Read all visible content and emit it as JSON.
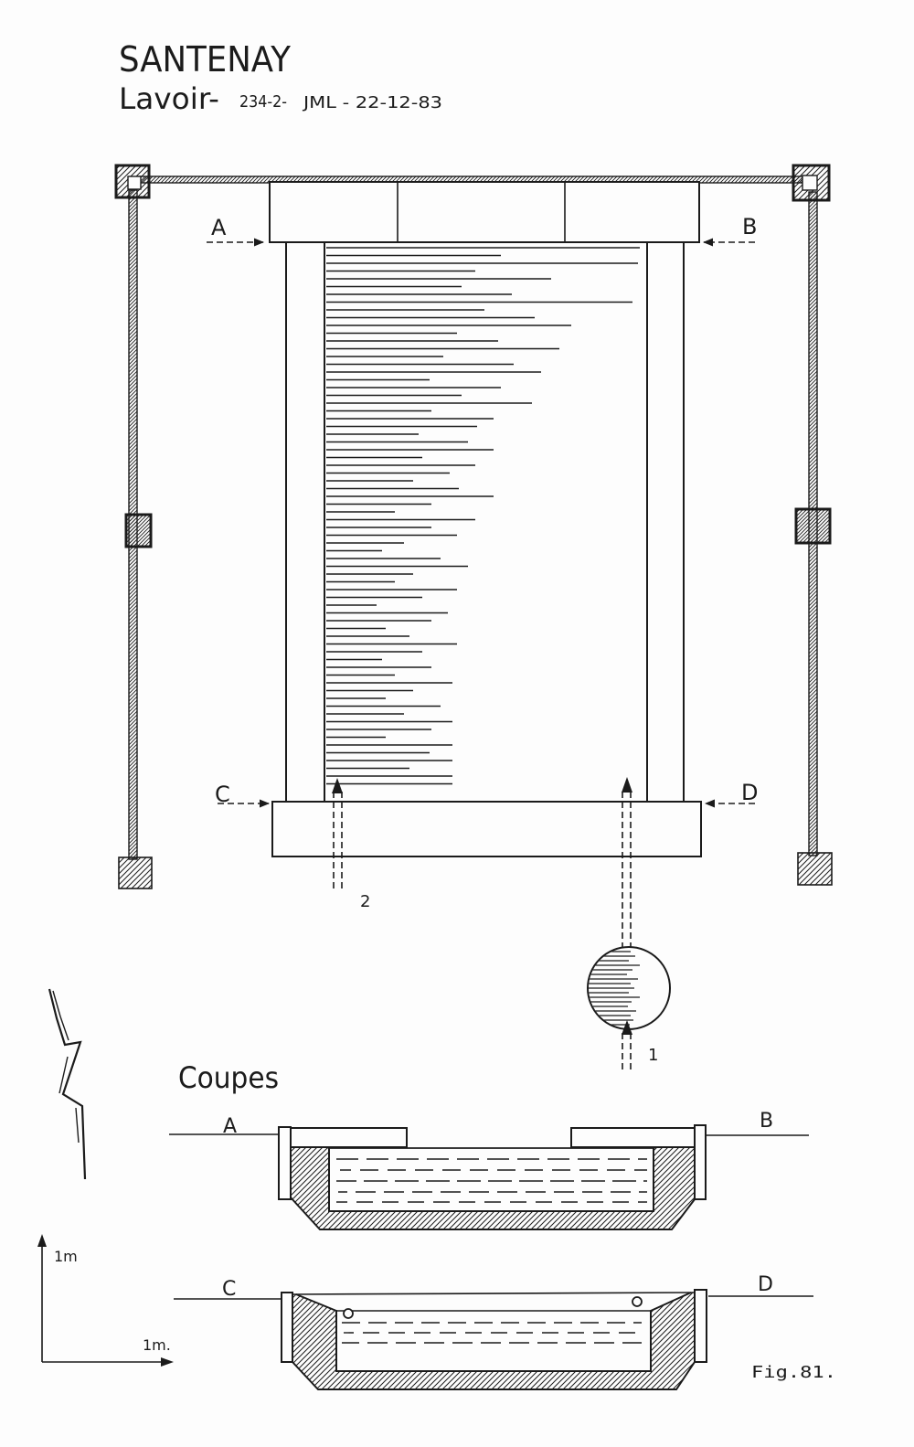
{
  "header": {
    "title": "SANTENAY",
    "subtitle": "Lavoir-",
    "ref": "234-2-",
    "author_date": "JML - 22-12-83"
  },
  "plan": {
    "markers": {
      "a": "A",
      "b": "B",
      "c": "C",
      "d": "D"
    },
    "inlets": {
      "one": "1",
      "two": "2"
    }
  },
  "sections": {
    "heading": "Coupes",
    "ab": {
      "left": "A",
      "right": "B"
    },
    "cd": {
      "left": "C",
      "right": "D"
    }
  },
  "scale": {
    "vertical": "1m",
    "horizontal": "1m."
  },
  "figure_label": "Fig.81.",
  "colors": {
    "ink": "#1b1b1b",
    "paper": "#fdfdfd"
  }
}
